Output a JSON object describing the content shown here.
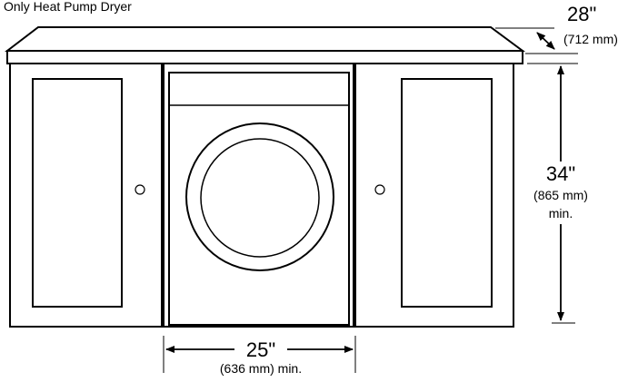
{
  "title": "Only Heat Pump Dryer",
  "dimensions": {
    "depth": {
      "inches": "28\"",
      "mm": "(712 mm)"
    },
    "height": {
      "inches": "34\"",
      "mm": "(865 mm)",
      "qualifier": "min."
    },
    "width": {
      "inches": "25\"",
      "mm": "(636 mm) min."
    }
  }
}
